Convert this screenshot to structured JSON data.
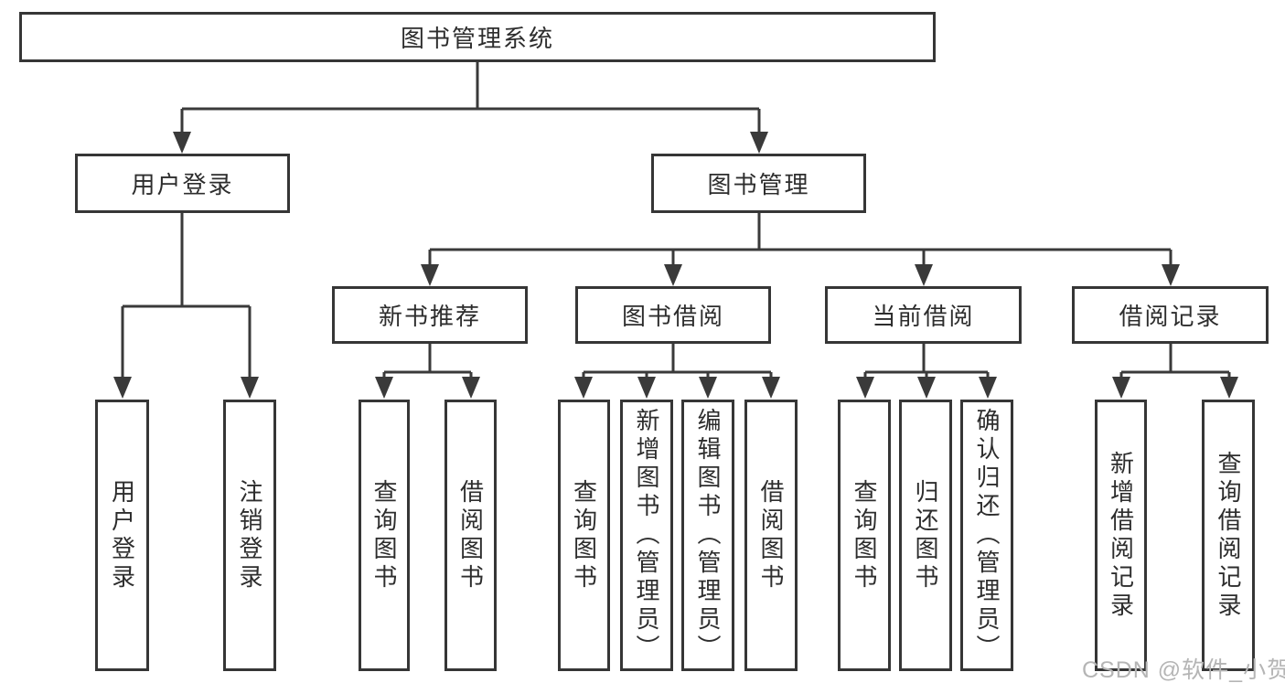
{
  "diagram": {
    "title": "图书管理系统",
    "colors": {
      "line": "#3a3a3a",
      "box_border": "#363636",
      "text": "#2d2d2d",
      "watermark": "#b5b5b5",
      "background": "#ffffff"
    },
    "root": {
      "label": "图书管理系统"
    },
    "level2": [
      {
        "label": "用户登录"
      },
      {
        "label": "图书管理"
      }
    ],
    "level3": [
      {
        "label": "新书推荐"
      },
      {
        "label": "图书借阅"
      },
      {
        "label": "当前借阅"
      },
      {
        "label": "借阅记录"
      }
    ],
    "leaves": {
      "user_login": [
        "用户登录",
        "注销登录"
      ],
      "new_book_recommend": [
        "查询图书",
        "借阅图书"
      ],
      "book_borrow": [
        "查询图书",
        "新增图书（管理员）",
        "编辑图书（管理员）",
        "借阅图书"
      ],
      "current_borrow": [
        "查询图书",
        "归还图书",
        "确认归还（管理员）"
      ],
      "borrow_records": [
        "新增借阅记录",
        "查询借阅记录"
      ]
    },
    "watermark": "CSDN @软件_小贺同学"
  }
}
